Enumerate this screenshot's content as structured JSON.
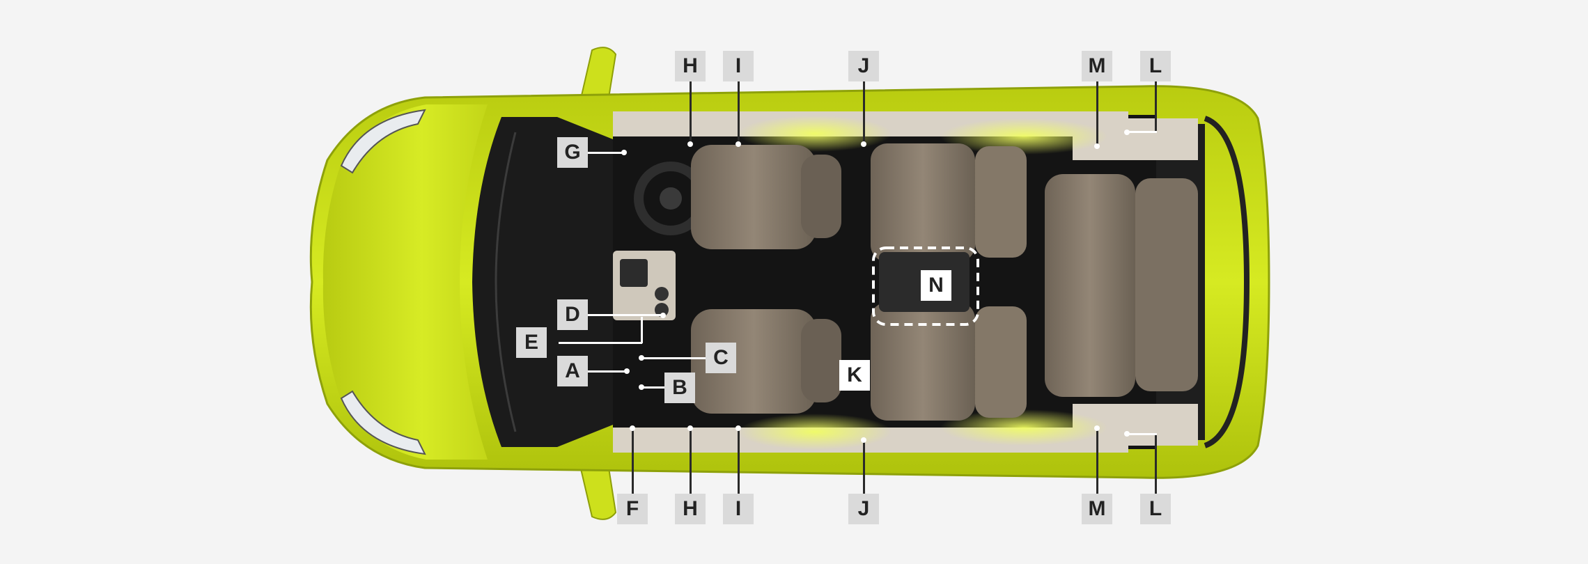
{
  "diagram": {
    "labels": {
      "A": "A",
      "B": "B",
      "C": "C",
      "D": "D",
      "E": "E",
      "F": "F",
      "G": "G",
      "H": "H",
      "I": "I",
      "J": "J",
      "K": "K",
      "L": "L",
      "M": "M",
      "N": "N"
    }
  },
  "colors": {
    "background": "#f4f4f4",
    "body": "#cfe21a",
    "body_dark": "#a9bd0c",
    "interior_floor": "#141414",
    "seat": "#8a7d6e",
    "trim": "#d9d2c6",
    "label_bg": "#dadada"
  }
}
